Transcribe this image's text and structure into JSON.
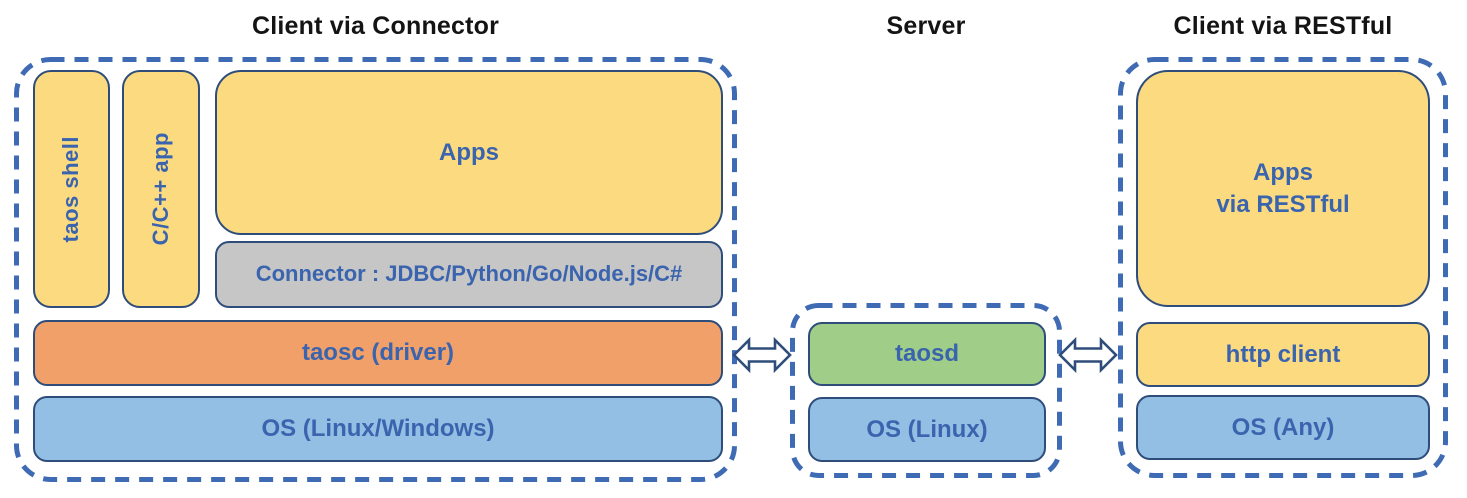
{
  "titles": {
    "connector": "Client via Connector",
    "server": "Server",
    "restful": "Client via RESTful"
  },
  "connector_client": {
    "taos_shell": "taos shell",
    "c_cpp_app": "C/C++ app",
    "apps": "Apps",
    "connector": "Connector : JDBC/Python/Go/Node.js/C#",
    "taosc": "taosc (driver)",
    "os": "OS (Linux/Windows)"
  },
  "server": {
    "taosd": "taosd",
    "os": "OS (Linux)"
  },
  "restful_client": {
    "apps_line1": "Apps",
    "apps_line2": "via RESTful",
    "http_client": "http client",
    "os": "OS (Any)"
  },
  "icons": {
    "left_link": "double-headed-arrow",
    "right_link": "double-headed-arrow"
  },
  "colors": {
    "dashed_border": "#3E6BB4",
    "box_border": "#2E4D7B",
    "yellow_fill": "#FBDA80",
    "gray_fill": "#C6C6C6",
    "orange_fill": "#F1A069",
    "light_blue_fill": "#93BFE4",
    "green_fill": "#A0CD88",
    "label_text": "#3A64AE",
    "title_text": "#141414"
  }
}
